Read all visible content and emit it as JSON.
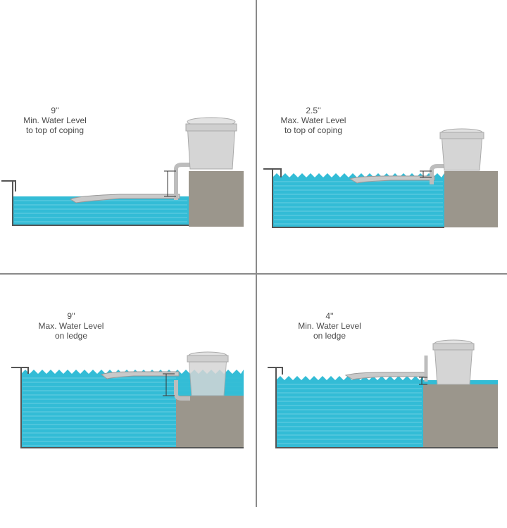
{
  "panels": [
    {
      "measurement": "9''",
      "line1": "Min. Water Level",
      "line2": "to top of coping"
    },
    {
      "measurement": "2.5''",
      "line1": "Max. Water Level",
      "line2": "to top of coping"
    },
    {
      "measurement": "9''",
      "line1": "Max. Water Level",
      "line2": "on ledge"
    },
    {
      "measurement": "4''",
      "line1": "Min. Water Level",
      "line2": "on ledge"
    }
  ],
  "colors": {
    "water": "#33bcd6",
    "water_line": "#7fd6e7",
    "concrete": "#9b968c",
    "skimmer": "#d5d5d5",
    "divider": "#8a8a8a"
  }
}
